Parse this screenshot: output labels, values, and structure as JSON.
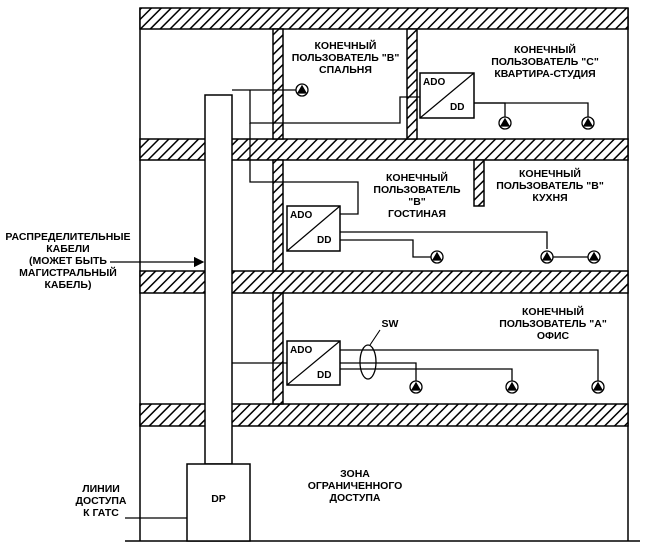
{
  "labels": {
    "user_b_bedroom": "КОНЕЧНЫЙ\nПОЛЬЗОВАТЕЛЬ \"В\"\nСПАЛЬНЯ",
    "user_c_studio": "КОНЕЧНЫЙ\nПОЛЬЗОВАТЕЛЬ \"С\"\nКВАРТИРА-СТУДИЯ",
    "user_b_living": "КОНЕЧНЫЙ\nПОЛЬЗОВАТЕЛЬ\n\"В\"\nГОСТИНАЯ",
    "user_b_kitchen": "КОНЕЧНЫЙ\nПОЛЬЗОВАТЕЛЬ \"В\"\nКУХНЯ",
    "user_a_office": "КОНЕЧНЫЙ\nПОЛЬЗОВАТЕЛЬ \"А\"\nОФИС",
    "distribution_cables": "РАСПРЕДЕЛИТЕЛЬНЫЕ\nКАБЕЛИ\n(МОЖЕТ БЫТЬ\nМАГИСТРАЛЬНЫЙ\nКАБЕЛЬ)",
    "access_lines": "ЛИНИИ\nДОСТУПА\nК ГАТС",
    "restricted_zone": "ЗОНА\nОГРАНИЧЕННОГО\nДОСТУПА",
    "dp": "DP",
    "sw": "SW",
    "ado": "ADO",
    "dd": "DD"
  },
  "colors": {
    "line": "#000000",
    "background": "#ffffff"
  }
}
